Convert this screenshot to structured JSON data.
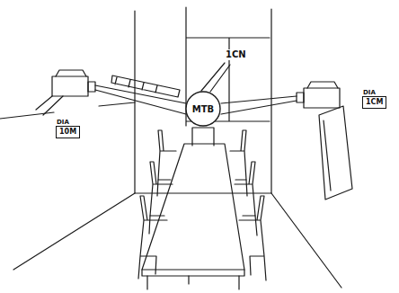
{
  "diagram": {
    "nodes": [
      {
        "text": [
          "MTB"
        ]
      },
      {
        "text": [
          "DIA",
          "10M"
        ]
      },
      {
        "text": [
          "DIA",
          "1CM"
        ]
      }
    ],
    "labels": [
      "1CN"
    ]
  }
}
